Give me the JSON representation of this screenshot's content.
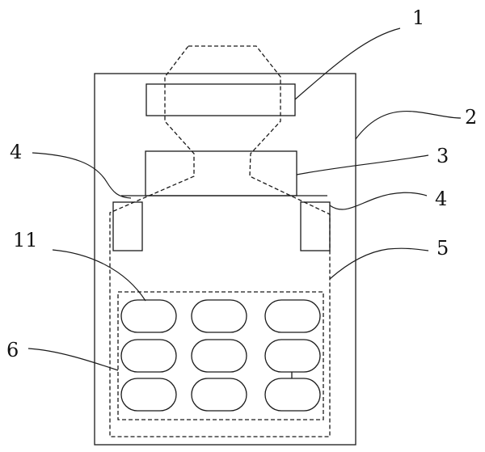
{
  "labels": {
    "part_1": "1",
    "part_2": "2",
    "part_3": "3",
    "part_4_left": "4",
    "part_4_right": "4",
    "part_5": "5",
    "part_6": "6",
    "part_11": "11"
  },
  "colors": {
    "line": "#1a1a1a",
    "background": "#ffffff"
  }
}
